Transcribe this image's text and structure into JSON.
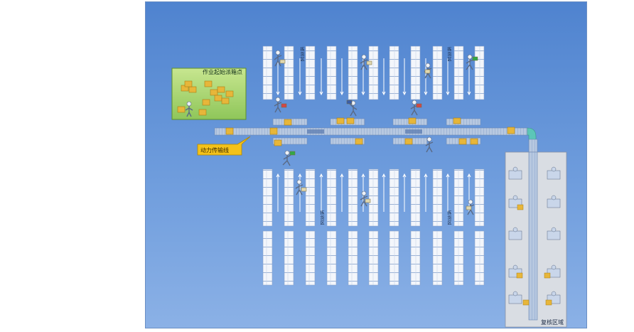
{
  "diagram": {
    "start_area_label": "作业起始派箱点",
    "conveyor_label": "动力传输线",
    "review_area_label": "复核区域",
    "aisle_label": "拣货区",
    "colors": {
      "background": "#5b8fd6",
      "shelf": "#f2f4f8",
      "conveyor": "#9fb8d8",
      "box": "#e7b63a",
      "start_area": "#a8d46a",
      "review_area": "#d9dde3",
      "callout": "#f4c21a",
      "arrow": "#8ad05a"
    },
    "icons": [
      "worker-icon",
      "box-icon",
      "arrow-icon",
      "desk-worker-icon"
    ]
  }
}
